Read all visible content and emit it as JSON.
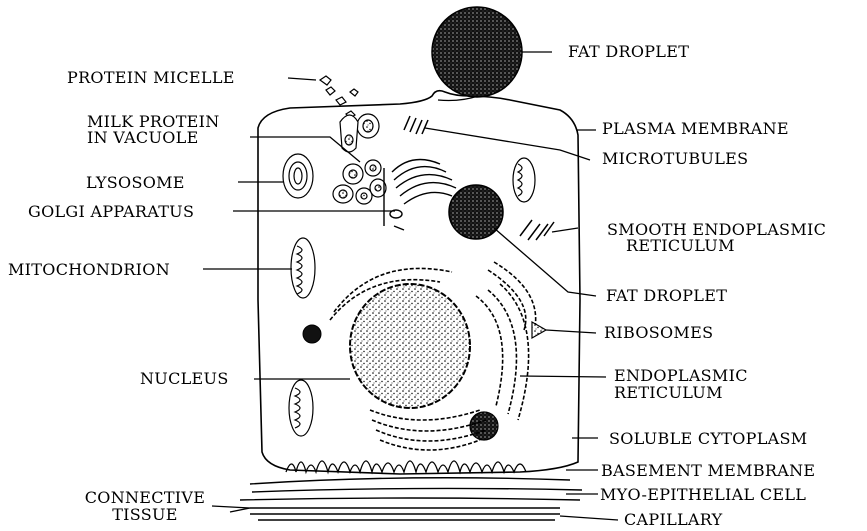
{
  "labels": {
    "fat_droplet_top": "FAT DROPLET",
    "protein_micelle": "PROTEIN MICELLE",
    "plasma_membrane": "PLASMA MEMBRANE",
    "milk_protein_1": "MILK PROTEIN",
    "milk_protein_2": "IN VACUOLE",
    "microtubules": "MICROTUBULES",
    "lysosome": "LYSOSOME",
    "golgi": "GOLGI APPARATUS",
    "ser_1": "SMOOTH ENDOPLASMIC",
    "ser_2": "RETICULUM",
    "mitochondrion": "MITOCHONDRION",
    "fat_droplet_mid": "FAT DROPLET",
    "ribosomes": "RIBOSOMES",
    "nucleus": "NUCLEUS",
    "er_1": "ENDOPLASMIC",
    "er_2": "RETICULUM",
    "soluble_cytoplasm": "SOLUBLE CYTOPLASM",
    "basement_membrane": "BASEMENT MEMBRANE",
    "connective_1": "CONNECTIVE",
    "connective_2": "TISSUE",
    "myo_epithelial": "MYO-EPITHELIAL CELL",
    "capillary": "CAPILLARY"
  },
  "colors": {
    "ink": "#000000",
    "background": "#ffffff"
  }
}
